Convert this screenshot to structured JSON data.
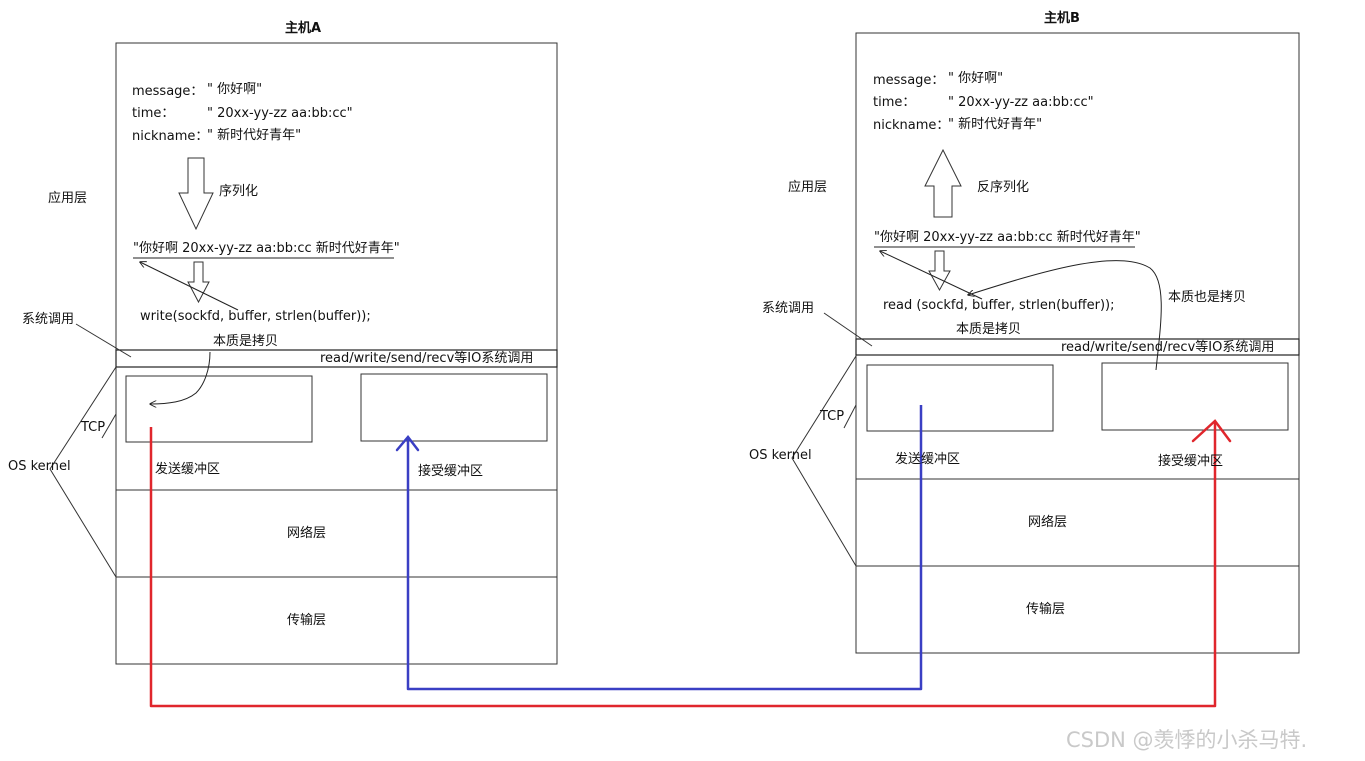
{
  "hostA": {
    "title": "主机A",
    "message_key": "message：",
    "message_val": "\" 你好啊\"",
    "time_key": "time：",
    "time_val": "\" 20xx-yy-zz aa:bb:cc\"",
    "nickname_key": "nickname：",
    "nickname_val": "\" 新时代好青年\"",
    "serialize_label": "序列化",
    "serialized_string": "\"你好啊 20xx-yy-zz aa:bb:cc 新时代好青年\"",
    "write_call": "write(sockfd, buffer, strlen(buffer));",
    "copy_note": "本质是拷贝",
    "syscall_bar": "read/write/send/recv等IO系统调用",
    "send_buffer": "发送缓冲区",
    "recv_buffer": "接受缓冲区",
    "network_layer": "网络层",
    "transport_layer": "传输层",
    "app_layer_label": "应用层",
    "syscall_label": "系统调用",
    "tcp_label": "TCP",
    "os_kernel_label": "OS kernel"
  },
  "hostB": {
    "title": "主机B",
    "message_key": "message：",
    "message_val": "\" 你好啊\"",
    "time_key": "time：",
    "time_val": "\" 20xx-yy-zz aa:bb:cc\"",
    "nickname_key": "nickname：",
    "nickname_val": "\" 新时代好青年\"",
    "deserialize_label": "反序列化",
    "serialized_string": "\"你好啊 20xx-yy-zz aa:bb:cc 新时代好青年\"",
    "read_call": "read (sockfd, buffer, strlen(buffer));",
    "copy_note": "本质是拷贝",
    "copy_note_also": "本质也是拷贝",
    "syscall_bar": "read/write/send/recv等IO系统调用",
    "send_buffer": "发送缓冲区",
    "recv_buffer": "接受缓冲区",
    "network_layer": "网络层",
    "transport_layer": "传输层",
    "app_layer_label": "应用层",
    "syscall_label": "系统调用",
    "tcp_label": "TCP",
    "os_kernel_label": "OS kernel"
  },
  "colors": {
    "red_path": "#e0262c",
    "blue_path": "#3a3fc4"
  },
  "watermark": "CSDN @羡悸的小杀马特."
}
